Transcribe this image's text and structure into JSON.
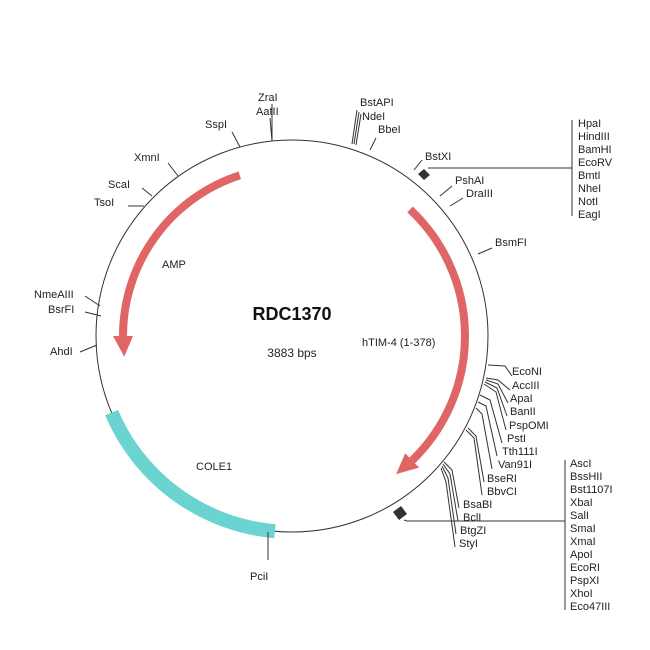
{
  "plasmid": {
    "name": "RDC1370",
    "size": "3883 bps"
  },
  "features": {
    "amp": "AMP",
    "htim": "hTIM-4 (1-378)",
    "cole1": "COLE1"
  },
  "colors": {
    "amp": "#e06666",
    "htim": "#e06666",
    "cole1": "#6cd4d0"
  },
  "sites": {
    "left": [
      "ZraI",
      "AatII",
      "SspI",
      "XmnI",
      "ScaI",
      "TsoI",
      "NmeAIII",
      "BsrFI",
      "AhdI",
      "PciI"
    ],
    "top_right": [
      "BstAPI",
      "NdeI",
      "BbeI",
      "BstXI",
      "PshAI",
      "DraIII",
      "BsmFI"
    ],
    "mcs1": [
      "HpaI",
      "HindIII",
      "BamHI",
      "EcoRV",
      "BmtI",
      "NheI",
      "NotI",
      "EagI"
    ],
    "right": [
      "EcoNI",
      "AccIII",
      "ApaI",
      "BanII",
      "PspOMI",
      "PstI",
      "Tth111I",
      "Van91I",
      "BseRI",
      "BbvCI",
      "BsaBI",
      "BclI",
      "BtgZI",
      "StyI"
    ],
    "mcs2": [
      "AscI",
      "BssHII",
      "Bst1107I",
      "XbaI",
      "SalI",
      "SmaI",
      "XmaI",
      "ApoI",
      "EcoRI",
      "PspXI",
      "XhoI",
      "Eco47III"
    ]
  }
}
